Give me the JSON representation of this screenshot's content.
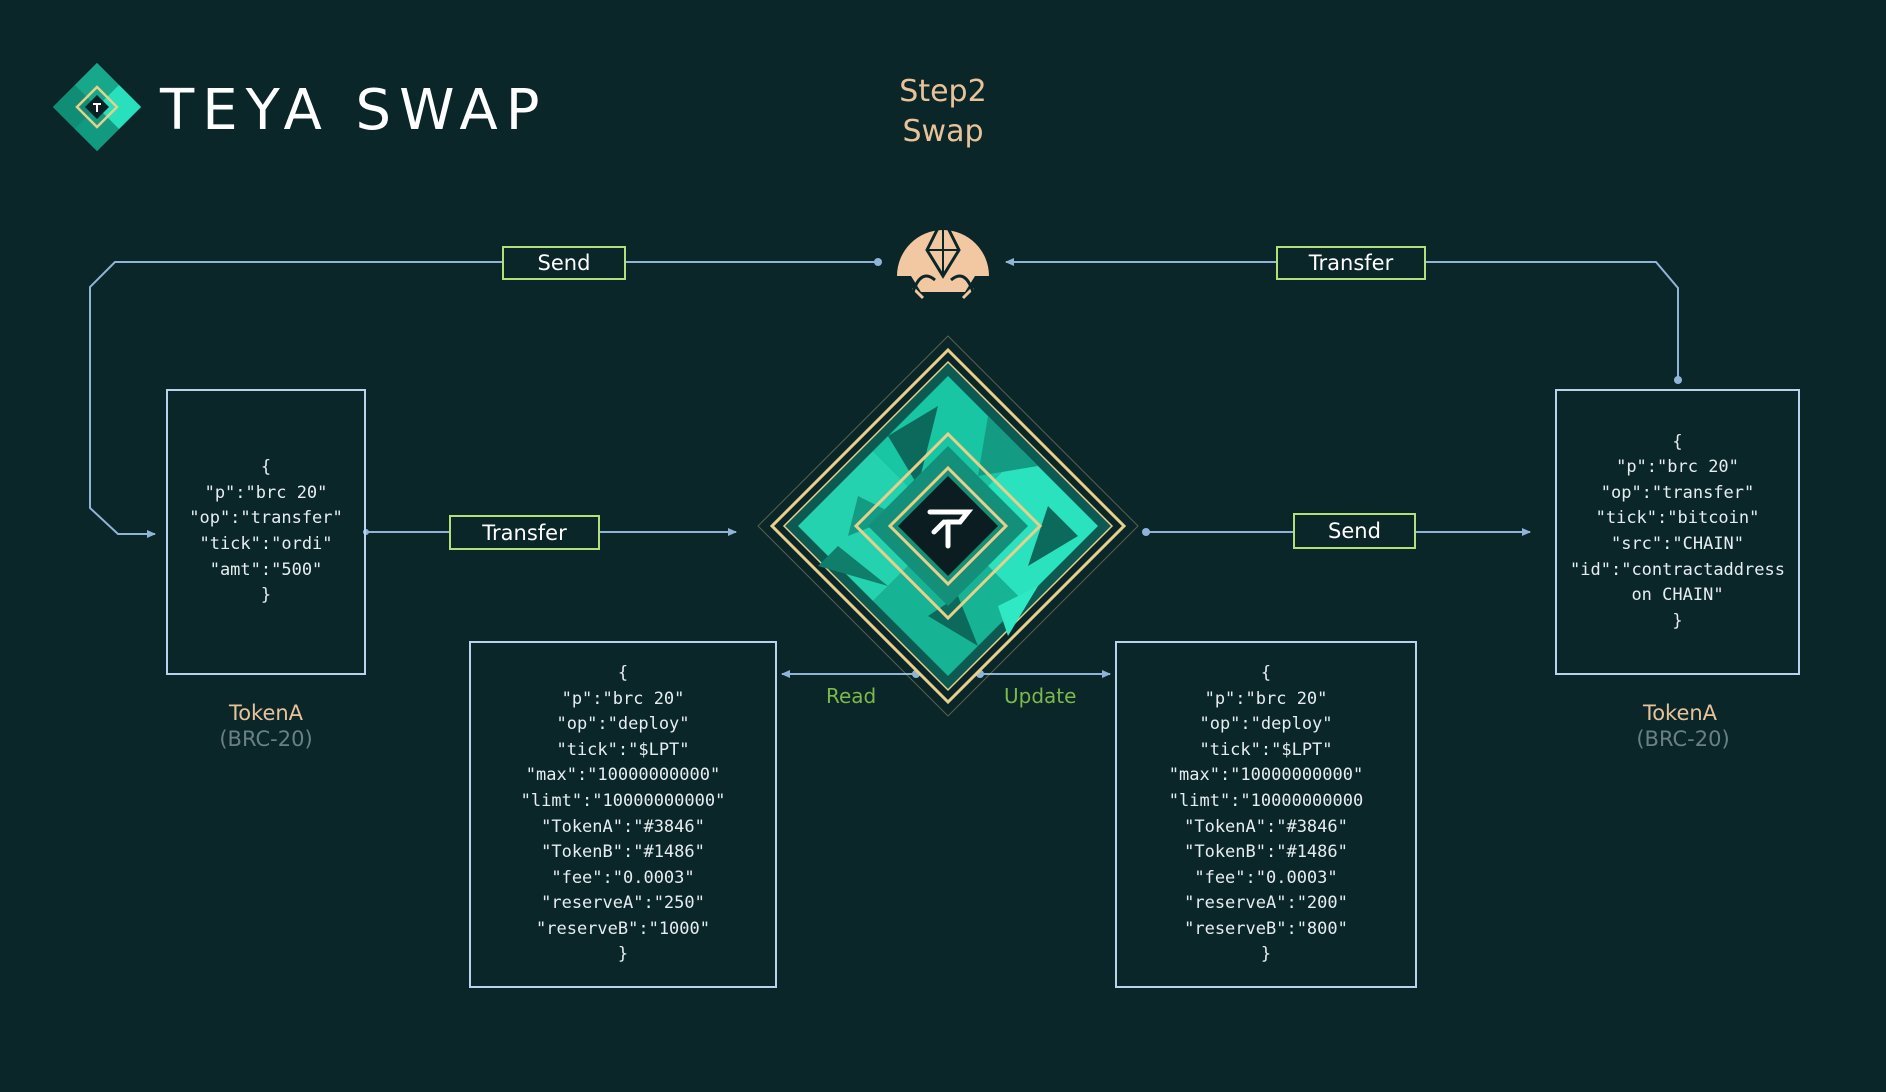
{
  "brand": {
    "name": "TEYA SWAP"
  },
  "step": {
    "line1": "Step2",
    "line2": "Swap"
  },
  "labels": {
    "send_top": "Send",
    "transfer_top": "Transfer",
    "transfer_mid": "Transfer",
    "send_mid": "Send",
    "read": "Read",
    "update": "Update"
  },
  "left_token": {
    "name": "TokenA",
    "type": "(BRC-20)",
    "lines": [
      "{",
      "\"p\":\"brc 20\"",
      "\"op\":\"transfer\"",
      "\"tick\":\"ordi\"",
      "\"amt\":\"500\"",
      "}"
    ]
  },
  "right_token": {
    "name": "TokenA",
    "type": "(BRC-20)",
    "lines": [
      "{",
      "\"p\":\"brc 20\"",
      "\"op\":\"transfer\"",
      "\"tick\":\"bitcoin\"",
      "\"src\":\"CHAIN\"",
      "\"id\":\"contractaddress",
      "on CHAIN\"",
      "}"
    ]
  },
  "pool_before": {
    "lines": [
      "{",
      "\"p\":\"brc 20\"",
      "\"op\":\"deploy\"",
      "\"tick\":\"$LPT\"",
      "\"max\":\"10000000000\"",
      "\"limt\":\"10000000000\"",
      "\"TokenA\":\"#3846\"",
      "\"TokenB\":\"#1486\"",
      "\"fee\":\"0.0003\"",
      "\"reserveA\":\"250\"",
      "\"reserveB\":\"1000\"",
      "}"
    ]
  },
  "pool_after": {
    "lines": [
      "{",
      "\"p\":\"brc 20\"",
      "\"op\":\"deploy\"",
      "\"tick\":\"$LPT\"",
      "\"max\":\"10000000000\"",
      "\"limt\":\"10000000000",
      "\"TokenA\":\"#3846\"",
      "\"TokenB\":\"#1486\"",
      "\"fee\":\"0.0003\"",
      "\"reserveA\":\"200\"",
      "\"reserveB\":\"800\"",
      "}"
    ]
  },
  "colors": {
    "background": "#0a2629",
    "line": "#8fb4d8",
    "label_border": "#b2df7a",
    "gold": "#e8c39a",
    "teal": "#1ec7a6"
  },
  "icons": {
    "logo": "teya-diamond-logo-icon",
    "user": "user-avatar-icon",
    "center": "swap-contract-diamond-icon"
  }
}
